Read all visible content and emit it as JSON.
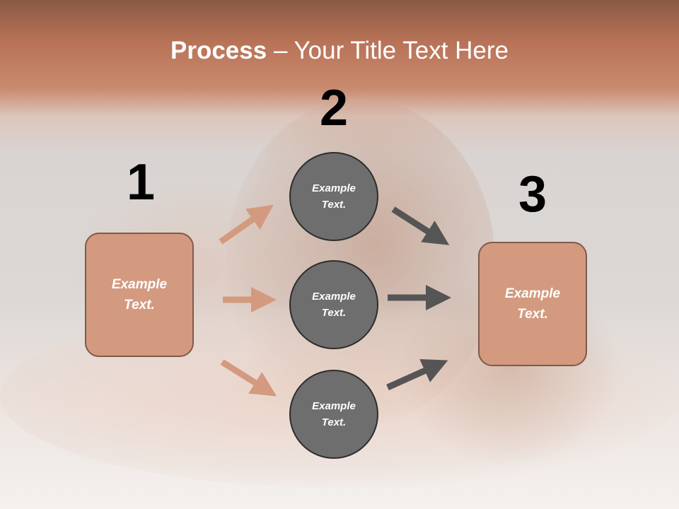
{
  "title": {
    "bold": "Process",
    "rest": " – Your Title Text Here"
  },
  "steps": [
    {
      "number": "1",
      "label": "Example Text."
    },
    {
      "number": "2",
      "items": [
        "Example Text.",
        "Example Text.",
        "Example Text."
      ]
    },
    {
      "number": "3",
      "label": "Example Text."
    }
  ],
  "colors": {
    "box_fill": "#d39a80",
    "box_border": "#7f5a4a",
    "circle_fill": "#6e6e6e",
    "circle_border": "#2d2d2d",
    "arrow_left": "#d39a80",
    "arrow_right": "#555555",
    "title_band": "#c07a5e"
  }
}
